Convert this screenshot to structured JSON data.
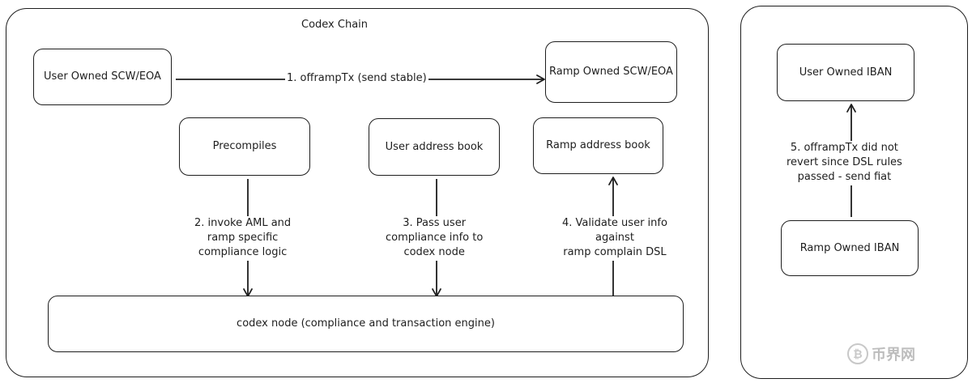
{
  "codex_chain": {
    "title": "Codex Chain",
    "boxes": {
      "user_scw": "User Owned SCW/EOA",
      "ramp_scw": "Ramp Owned SCW/EOA",
      "precompiles": "Precompiles",
      "user_address_book": "User address book",
      "ramp_address_book": "Ramp address book",
      "codex_node": "codex node (compliance and transaction engine)"
    },
    "steps": {
      "step1": "1. offrampTx (send stable)",
      "step2": [
        "2. invoke AML and",
        "ramp specific",
        "compliance logic"
      ],
      "step3": [
        "3. Pass user",
        "compliance info to",
        "codex node"
      ],
      "step4": [
        "4. Validate user info",
        "against",
        "ramp complain DSL"
      ]
    }
  },
  "fiat_side": {
    "boxes": {
      "user_iban": "User Owned IBAN",
      "ramp_iban": "Ramp Owned IBAN"
    },
    "step5": [
      "5. offrampTx did not",
      "revert since DSL rules",
      "passed - send fiat"
    ]
  },
  "watermark": {
    "icon": "bitcoin-coin-icon",
    "coin_glyph": "₿",
    "text": "币界网"
  }
}
